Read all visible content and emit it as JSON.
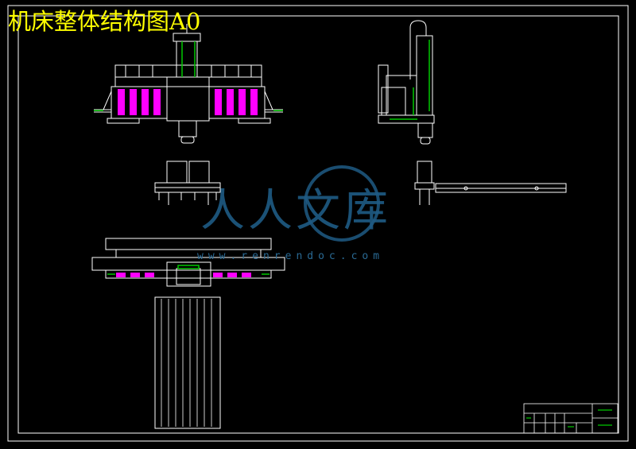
{
  "sheet": {
    "title": "机床整体结构图A0"
  },
  "watermark": {
    "brand": "人人文库",
    "url": "www.renrendoc.com"
  },
  "colors": {
    "background": "#000000",
    "line": "#ffffff",
    "title": "#ffff00",
    "guideway": "#ff00ff",
    "green": "#00c800",
    "watermark": "#1f5b84"
  }
}
